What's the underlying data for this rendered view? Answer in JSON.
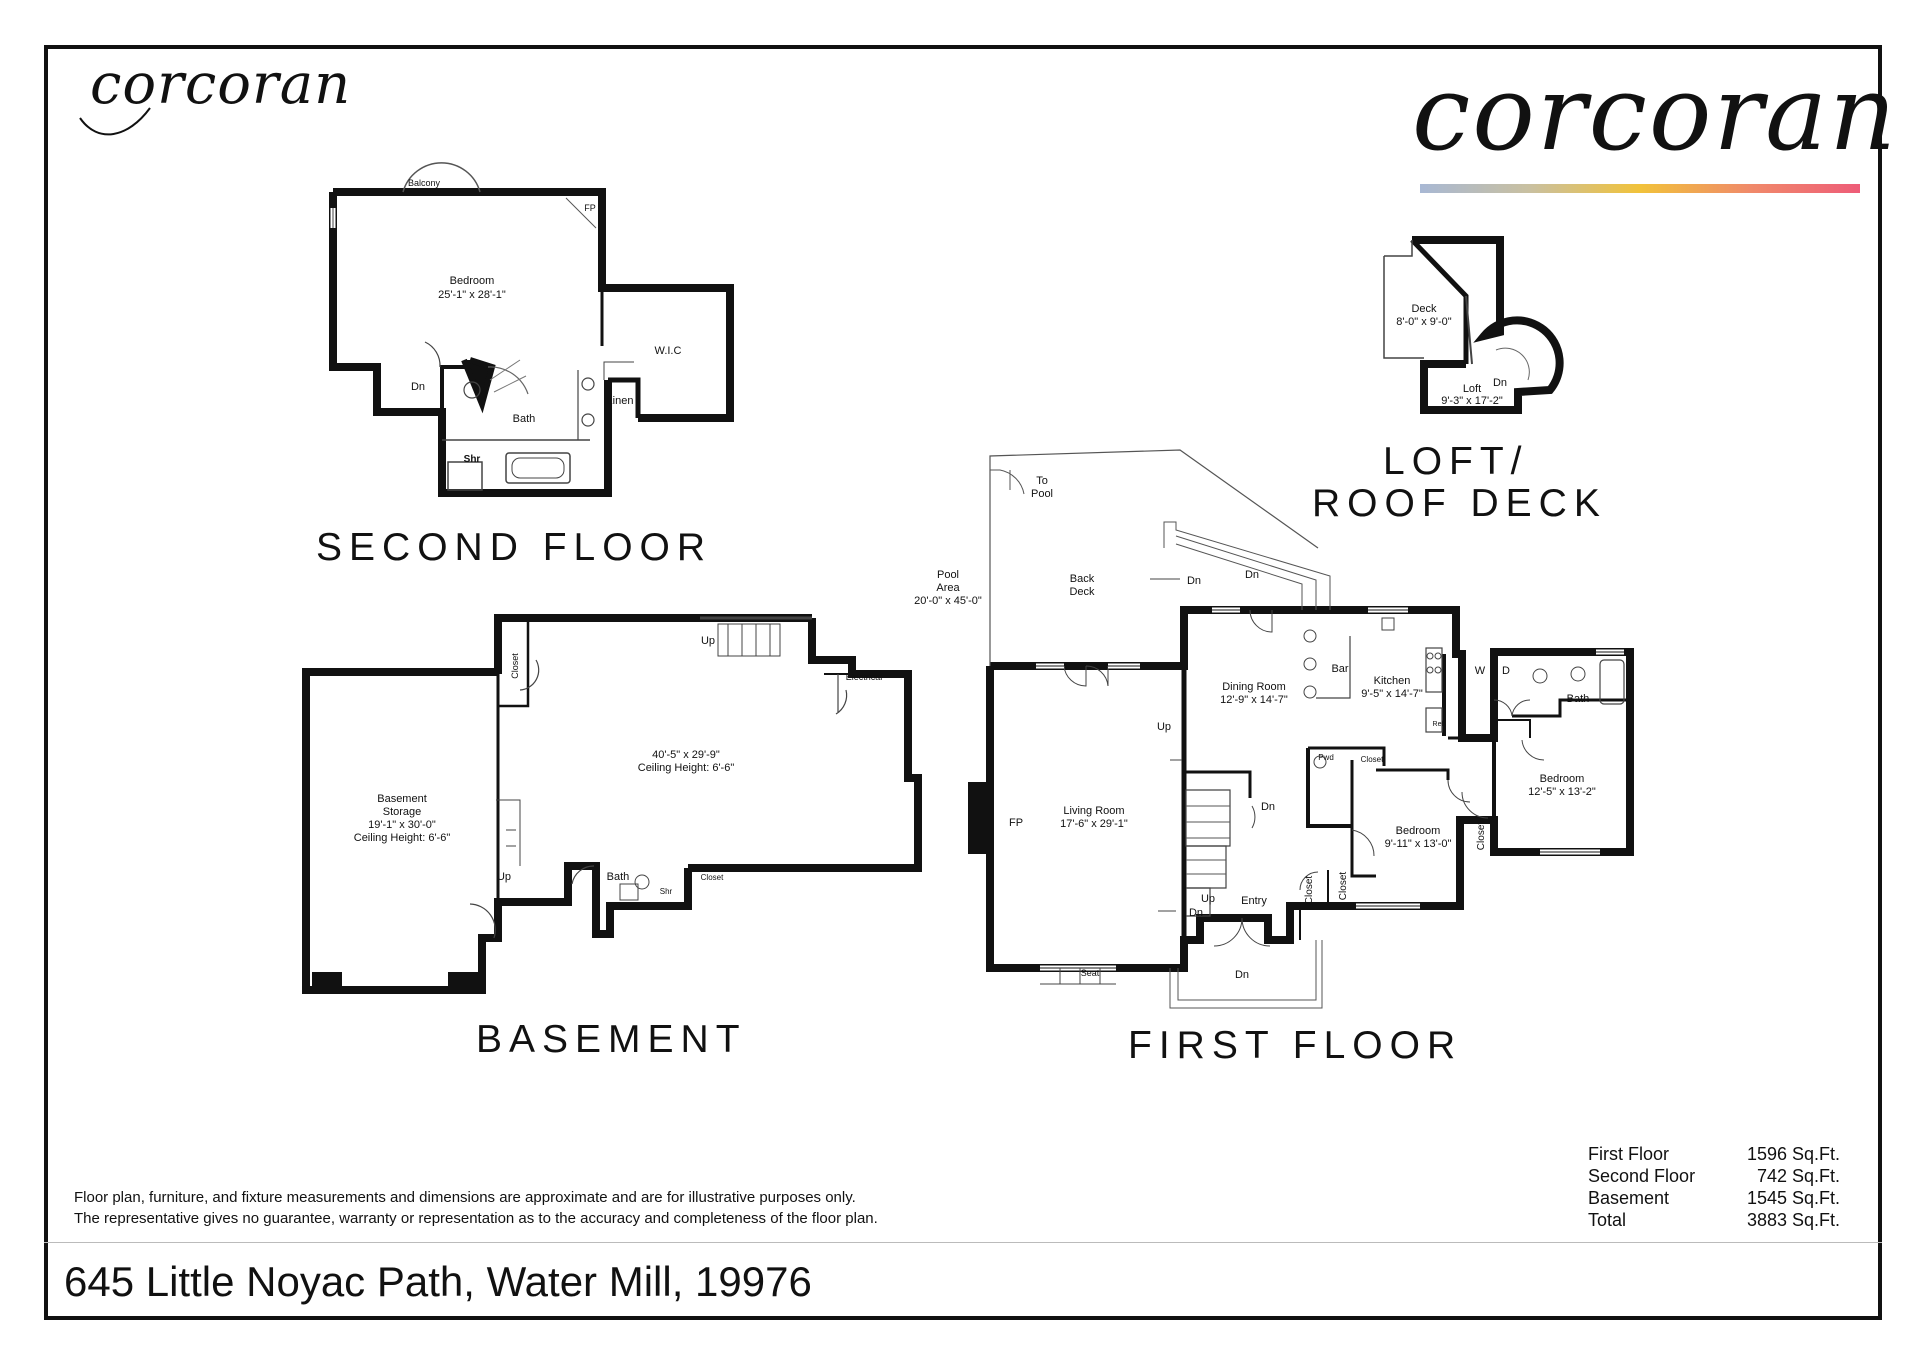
{
  "brand": {
    "logo_small": "corcoran",
    "logo_big": "corcoran"
  },
  "floors": {
    "second": "SECOND FLOOR",
    "loft": [
      "LOFT/",
      "ROOF DECK"
    ],
    "basement": "BASEMENT",
    "first": "FIRST FLOOR"
  },
  "labels": {
    "balcony": "Balcony",
    "fp": "FP",
    "bedroom2_name": "Bedroom",
    "bedroom2_dim": "25'-1\" x 28'-1\"",
    "wic": "W.I.C",
    "dn": "Dn",
    "up": "Up",
    "linen": "Linen",
    "bath": "Bath",
    "shr": "Shr",
    "deck_name": "Deck",
    "deck_dim": "8'-0\" x 9'-0\"",
    "loft_name": "Loft",
    "loft_dim": "9'-3\" x 17'-2\"",
    "to_pool": [
      "To",
      "Pool"
    ],
    "pool_area": [
      "Pool",
      "Area",
      "20'-0\" x 45'-0\""
    ],
    "back_deck": [
      "Back",
      "Deck"
    ],
    "closet": "Closet",
    "electrical": "Electrical",
    "basement_main_dim": "40'-5\" x 29'-9\"",
    "basement_main_ceiling": "Ceiling Height: 6'-6\"",
    "storage": [
      "Basement",
      "Storage",
      "19'-1\" x 30'-0\"",
      "Ceiling Height: 6'-6\""
    ],
    "dining_name": "Dining Room",
    "dining_dim": "12'-9\" x 14'-7\"",
    "bar": "Bar",
    "kitchen_name": "Kitchen",
    "kitchen_dim": "9'-5\" x 14'-7\"",
    "ref": "Ref",
    "w": "W",
    "d": "D",
    "pwd": "Pwd",
    "living_name": "Living Room",
    "living_dim": "17'-6\" x 29'-1\"",
    "bedroom1a_name": "Bedroom",
    "bedroom1a_dim": "9'-11\" x 13'-0\"",
    "bedroom1b_name": "Bedroom",
    "bedroom1b_dim": "12'-5\" x 13'-2\"",
    "entry": "Entry",
    "seat": "Seat"
  },
  "stats": [
    {
      "label": "First Floor",
      "value": "1596 Sq.Ft."
    },
    {
      "label": "Second Floor",
      "value": "742 Sq.Ft."
    },
    {
      "label": "Basement",
      "value": "1545 Sq.Ft."
    },
    {
      "label": "Total",
      "value": "3883 Sq.Ft."
    }
  ],
  "disclaimer": [
    "Floor plan, furniture, and fixture measurements and dimensions are approximate and are for illustrative purposes only.",
    "The representative gives no guarantee, warranty or representation as to the accuracy and completeness of the floor plan."
  ],
  "address": "645 Little Noyac Path, Water Mill, 19976",
  "colors": {
    "wall": "#111111",
    "thin": "#444444",
    "gradient": [
      "#a8b8d4",
      "#f1c23a",
      "#ee5c78"
    ]
  }
}
